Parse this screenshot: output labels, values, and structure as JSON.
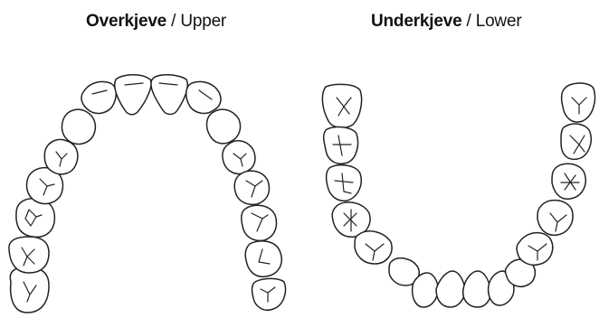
{
  "upper": {
    "title_bold": "Overkjeve",
    "title_sep": " / ",
    "title_plain": "Upper"
  },
  "lower": {
    "title_bold": "Underkjeve",
    "title_sep": " / ",
    "title_plain": "Lower"
  },
  "colors": {
    "outline": "#222222",
    "background": "#ffffff"
  }
}
